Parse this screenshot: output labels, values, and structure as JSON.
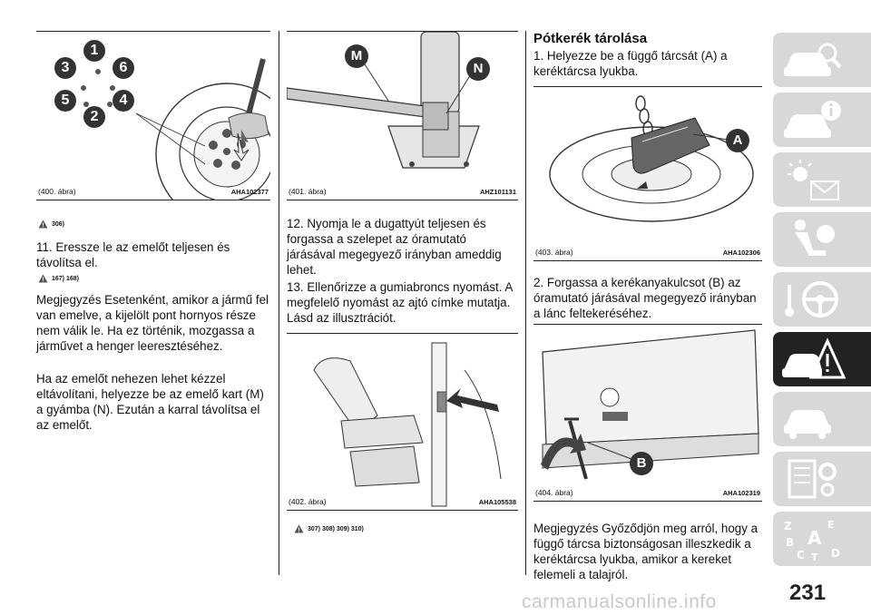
{
  "col1": {
    "fig400": {
      "caption": "(400. ábra)",
      "code": "AHA102377"
    },
    "warn_ref": "306)",
    "step11": "11. Eressze le az emelőt teljesen és távolítsa el.",
    "step11_ref": "167) 168)",
    "note1": "Megjegyzés  Esetenként, amikor a jármű fel van emelve, a kijelölt pont hornyos része nem válik le. Ha ez történik, mozgassa a járművet a henger leeresztéséhez.",
    "note2": "Ha az emelőt nehezen lehet kézzel eltávolítani, helyezze be az emelő kart (M) a gyámba (N). Ezután a karral távolítsa el az emelőt.",
    "wheel_labels": [
      "1",
      "2",
      "3",
      "4",
      "5",
      "6"
    ]
  },
  "col2": {
    "fig401": {
      "caption": "(401. ábra)",
      "code": "AHZ101131",
      "label_m": "M",
      "label_n": "N"
    },
    "step12": "12. Nyomja le a dugattyút teljesen és forgassa a szelepet az óramutató járásával megegyező irányban ameddig lehet.",
    "step13": "13. Ellenőrizze a gumiabroncs nyomást. A megfelelő nyomást az ajtó címke mutatja. Lásd az illusztrációt.",
    "fig402": {
      "caption": "(402. ábra)",
      "code": "AHA105538"
    },
    "warn_ref": "307) 308) 309) 310)"
  },
  "col3": {
    "heading": "Pótkerék tárolása",
    "step1": "1. Helyezze be a függő tárcsát (A) a keréktárcsa lyukba.",
    "fig403": {
      "caption": "(403. ábra)",
      "code": "AHA102306",
      "label_a": "A"
    },
    "step2": "2. Forgassa a kerékanyakulcsot (B) az óramutató járásával megegyező irányban a lánc feltekeréséhez.",
    "fig404": {
      "caption": "(404. ábra)",
      "code": "AHA102319",
      "label_b": "B"
    },
    "note": "Megjegyzés  Győződjön meg arról, hogy a függő tárcsa biztonságosan illeszkedik a keréktárcsa lyukba, amikor a kereket felemeli a talajról."
  },
  "sidebar": {
    "tiles": [
      {
        "icon": "car-search-icon"
      },
      {
        "icon": "car-info-icon"
      },
      {
        "icon": "dashboard-lights-icon"
      },
      {
        "icon": "airbag-seat-icon"
      },
      {
        "icon": "steering-wheel-icon"
      },
      {
        "icon": "car-warning-icon"
      },
      {
        "icon": "car-service-icon"
      },
      {
        "icon": "technical-data-icon"
      },
      {
        "icon": "alphabetical-index-icon"
      }
    ],
    "active_index": 5,
    "alphabet_letters": [
      "Z",
      "E",
      "B",
      "A",
      "C",
      "T",
      "D"
    ]
  },
  "page_number": "231",
  "watermark": "carmanualsonline.info"
}
